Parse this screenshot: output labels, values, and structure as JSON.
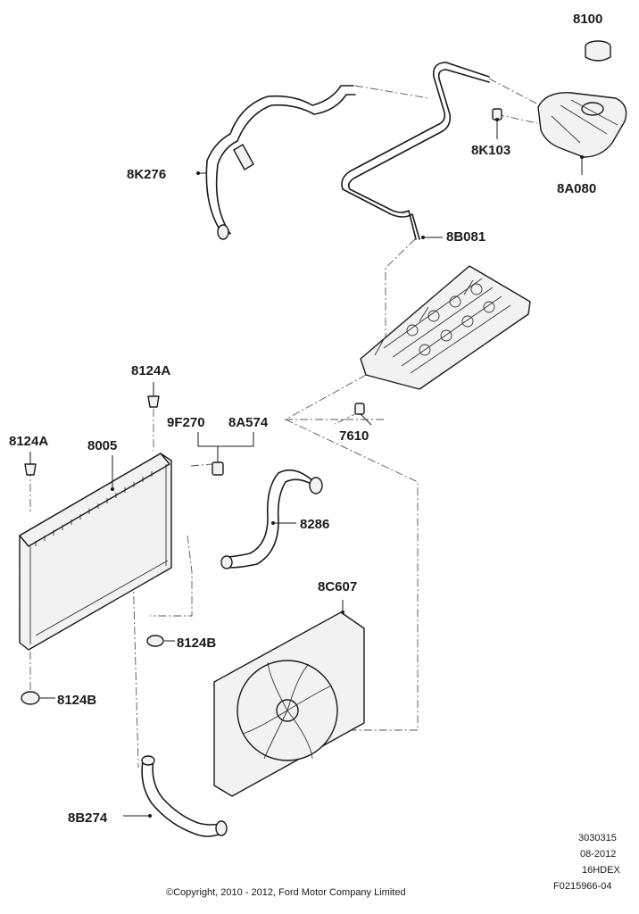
{
  "labels": {
    "l_8100": "8100",
    "l_8K103": "8K103",
    "l_8A080": "8A080",
    "l_8K276": "8K276",
    "l_8B081": "8B081",
    "l_8124A_top": "8124A",
    "l_8124A_left": "8124A",
    "l_9F270": "9F270",
    "l_8A574": "8A574",
    "l_8005": "8005",
    "l_7610": "7610",
    "l_8286": "8286",
    "l_8C607": "8C607",
    "l_8124B_mid": "8124B",
    "l_8124B_bot": "8124B",
    "l_8B274": "8B274"
  },
  "footer": {
    "ref_number": "3030315",
    "date": "08-2012",
    "model_code": "16HDEX",
    "figure_id": "F0215966-04",
    "copyright": "©Copyright, 2010 - 2012, Ford Motor Company Limited"
  }
}
